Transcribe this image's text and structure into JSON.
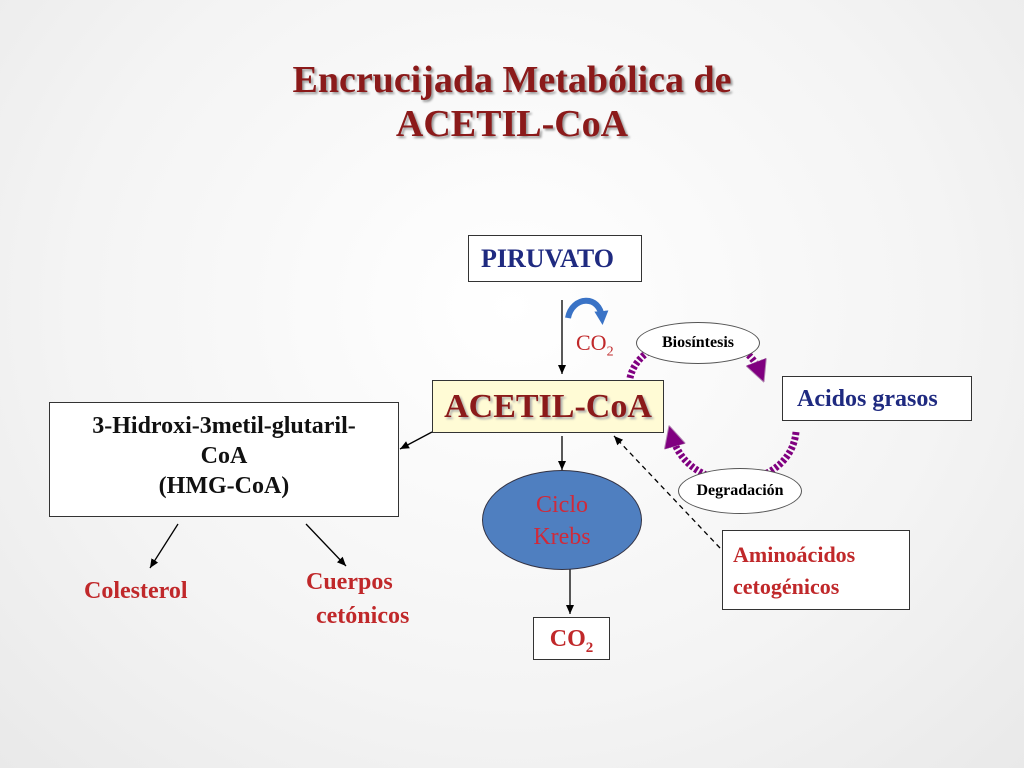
{
  "title": {
    "line1": "Encrucijada Metabólica de",
    "line2": "ACETIL-CoA"
  },
  "nodes": {
    "piruvato": "PIRUVATO",
    "co2_top": {
      "base": "CO",
      "sub": "2"
    },
    "biosintesis": "Biosíntesis",
    "degradacion": "Degradación",
    "acetil_coa": "ACETIL-CoA",
    "acidos_grasos": "Acidos grasos",
    "hmg": {
      "line1": "3-Hidroxi-3metil-glutaril-",
      "line2": "CoA",
      "line3": "(HMG-CoA)"
    },
    "ciclo_krebs": {
      "line1": "Ciclo",
      "line2": "Krebs"
    },
    "colesterol": "Colesterol",
    "cuerpos": {
      "line1": "Cuerpos",
      "line2": "cetónicos"
    },
    "co2_bottom": {
      "base": "CO",
      "sub": "2"
    },
    "aminoacidos": {
      "line1": "Aminoácidos",
      "line2": "cetogénicos"
    }
  },
  "colors": {
    "title": "#8b1a1a",
    "navy_text": "#1f2a80",
    "product_text": "#c0282a",
    "acetil_box": "#fffbd5",
    "krebs_fill": "#4f7fc0",
    "purple_arrow": "#800080",
    "blue_curl": "#3a73c6"
  }
}
